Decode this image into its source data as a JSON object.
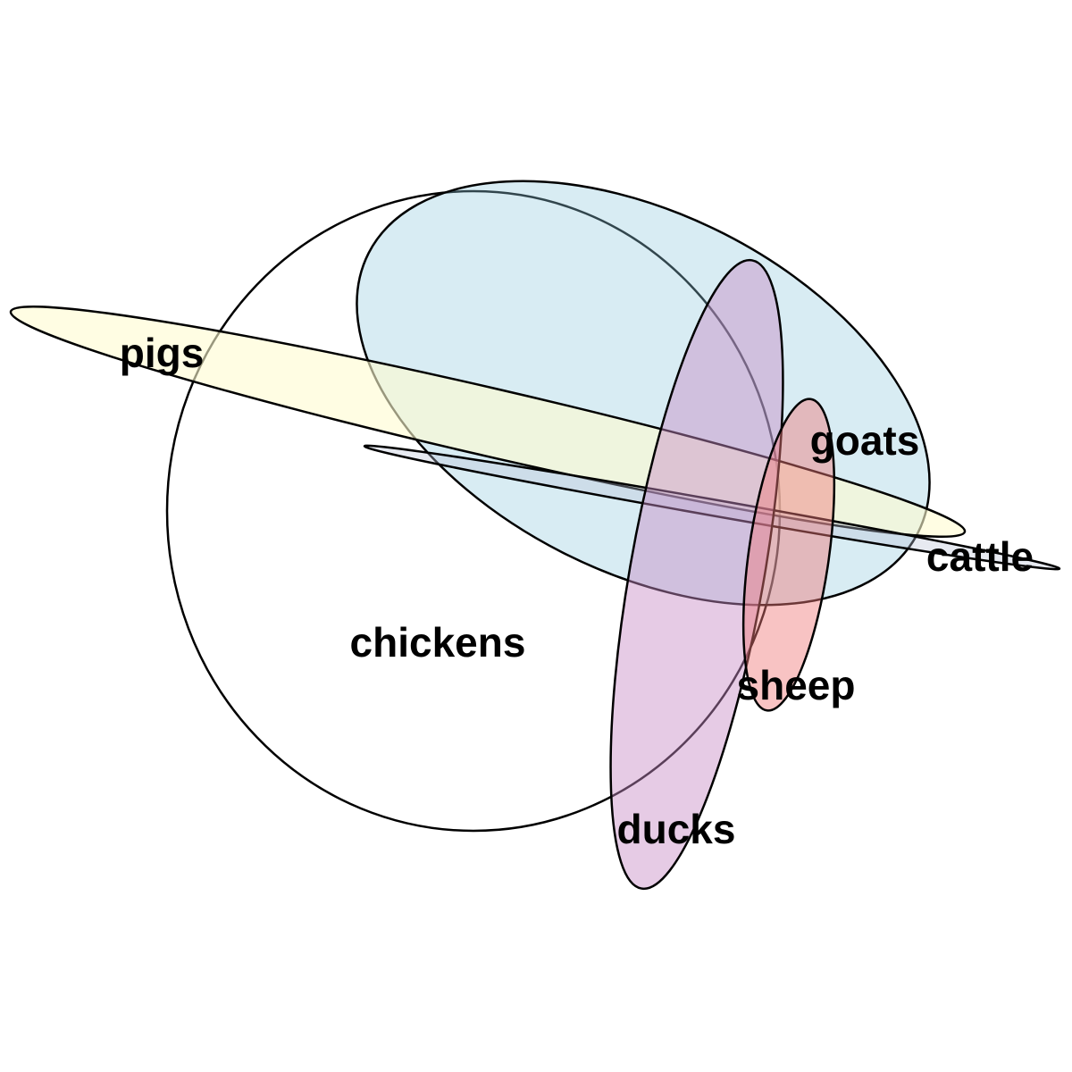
{
  "diagram": {
    "type": "euler",
    "sets": [
      {
        "key": "chickens",
        "label": "chickens",
        "fill": "#ffffff",
        "opacity": 0
      },
      {
        "key": "goats",
        "label": "goats",
        "fill": "#8ec9dc",
        "opacity": 0.35
      },
      {
        "key": "pigs",
        "label": "pigs",
        "fill": "#fffbd0",
        "opacity": 0.6
      },
      {
        "key": "cattle",
        "label": "cattle",
        "fill": "#b9c4d8",
        "opacity": 0.35
      },
      {
        "key": "ducks",
        "label": "ducks",
        "fill": "#c88cc6",
        "opacity": 0.45
      },
      {
        "key": "sheep",
        "label": "sheep",
        "fill": "#f07a7a",
        "opacity": 0.45
      }
    ]
  }
}
